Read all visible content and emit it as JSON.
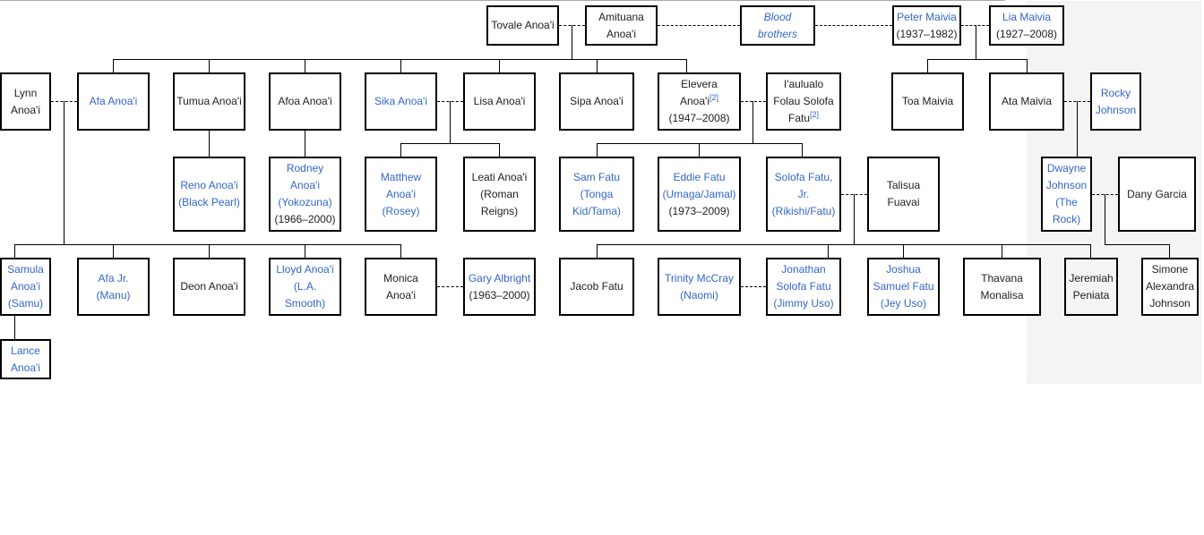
{
  "people": {
    "tovale": {
      "text": "Tovale Anoa'i"
    },
    "amituana": {
      "text": "Amituana Anoa'i"
    },
    "blood_brothers": {
      "text": "Blood brothers"
    },
    "peter": {
      "text": "Peter Maivia",
      "sub": "(1937–1982)"
    },
    "lia": {
      "text": "Lia Maivia",
      "sub": "(1927–2008)"
    },
    "lynn": {
      "text": "Lynn Anoa'i"
    },
    "afa": {
      "text": "Afa Anoa'i"
    },
    "tumua": {
      "text": "Tumua Anoa'i"
    },
    "afoa": {
      "text": "Afoa Anoa'i"
    },
    "sika": {
      "text": "Sika Anoa'i"
    },
    "lisa": {
      "text": "Lisa Anoa'i"
    },
    "sipa": {
      "text": "Sipa Anoa'i"
    },
    "elevera": {
      "text": "Elevera Anoa'i",
      "ref": "[2]",
      "sub": "(1947–2008)"
    },
    "iaulualo": {
      "text": "I'aulualo Folau Solofa Fatu",
      "ref": "[2]"
    },
    "toa": {
      "text": "Toa Maivia"
    },
    "ata": {
      "text": "Ata Maivia"
    },
    "rocky": {
      "text": "Rocky Johnson"
    },
    "reno": {
      "text": "Reno Anoa'i (Black Pearl)"
    },
    "rodney": {
      "text": "Rodney Anoa'i (Yokozuna)",
      "sub": "(1966–2000)"
    },
    "matthew": {
      "text": "Matthew Anoa'i (Rosey)"
    },
    "leati": {
      "text": "Leati Anoa'i",
      "text2": "(Roman Reigns)"
    },
    "sam": {
      "text": "Sam Fatu (Tonga Kid/Tama)"
    },
    "eddie": {
      "text": "Eddie Fatu (Umaga/Jamal)",
      "sub": "(1973–2009)"
    },
    "solofa_jr": {
      "text": "Solofa Fatu, Jr. (Rikishi/Fatu)"
    },
    "talisua": {
      "text": "Talisua Fuavai"
    },
    "dwayne": {
      "text": "Dwayne Johnson (The Rock)"
    },
    "dany": {
      "text": "Dany Garcia"
    },
    "samula": {
      "text": "Samula Anoa'i (Samu)"
    },
    "afa_jr": {
      "text": "Afa Jr. (Manu)"
    },
    "deon": {
      "text": "Deon Anoa'i"
    },
    "lloyd": {
      "text": "Lloyd Anoa'i (L.A. Smooth)"
    },
    "monica": {
      "text": "Monica Anoa'i"
    },
    "gary": {
      "text": "Gary Albright",
      "sub": "(1963–2000)"
    },
    "jacob": {
      "text": "Jacob Fatu"
    },
    "trinity": {
      "text": "Trinity McCray (Naomi)"
    },
    "jonathan": {
      "text": "Jonathan Solofa Fatu (Jimmy Uso)"
    },
    "joshua": {
      "text": "Joshua Samuel Fatu (Jey Uso)"
    },
    "thavana": {
      "text": "Thavana Monalisa"
    },
    "jeremiah": {
      "text": "Jeremiah Peniata"
    },
    "simone": {
      "text": "Simone Alexandra Johnson"
    },
    "lance": {
      "text": "Lance Anoa'i"
    }
  },
  "colors": {
    "link": "#3366cc",
    "text": "#202122",
    "shade": "#f4f4f4",
    "border": "#000000"
  }
}
